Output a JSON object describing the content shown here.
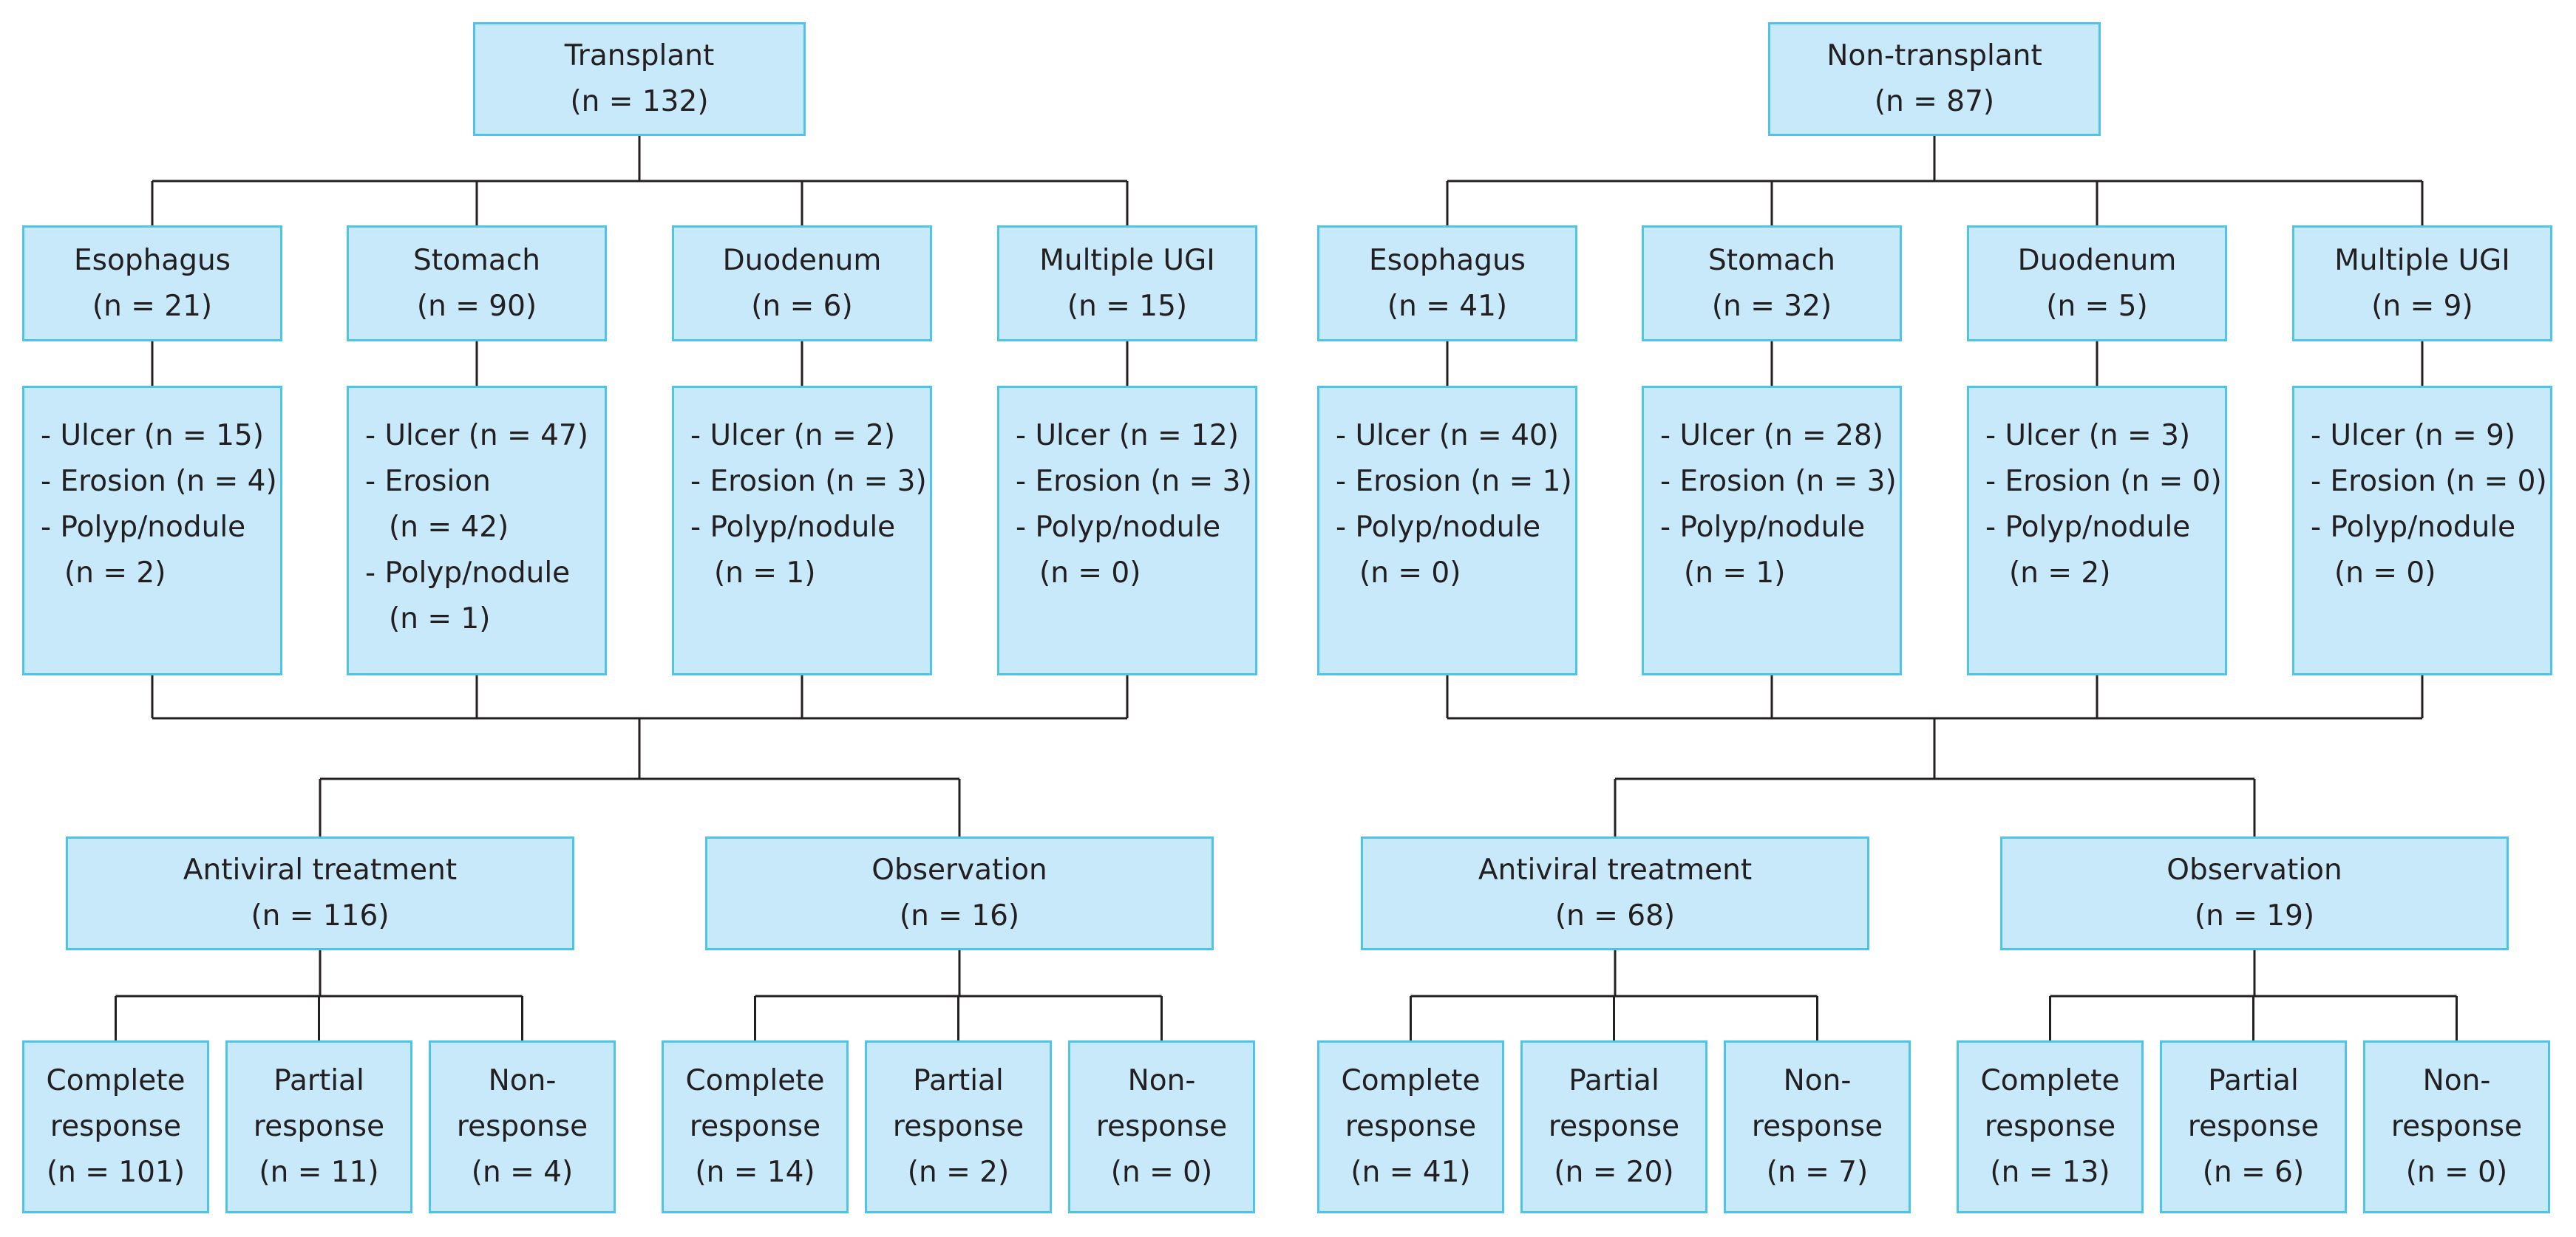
{
  "groups": [
    {
      "title": "Transplant",
      "n": "(n = 132)",
      "sites": [
        {
          "name": "Esophagus",
          "n": "(n = 21)",
          "findings": [
            [
              "- Ulcer (n = 15)"
            ],
            [
              "- Erosion (n = 4)"
            ],
            [
              "- Polyp/nodule",
              "(n = 2)"
            ]
          ]
        },
        {
          "name": "Stomach",
          "n": "(n = 90)",
          "findings": [
            [
              "- Ulcer (n = 47)"
            ],
            [
              "- Erosion",
              "(n = 42)"
            ],
            [
              "- Polyp/nodule",
              "(n = 1)"
            ]
          ]
        },
        {
          "name": "Duodenum",
          "n": "(n = 6)",
          "findings": [
            [
              "- Ulcer (n = 2)"
            ],
            [
              "- Erosion (n = 3)"
            ],
            [
              "- Polyp/nodule",
              "(n = 1)"
            ]
          ]
        },
        {
          "name": "Multiple UGI",
          "n": "(n = 15)",
          "findings": [
            [
              "- Ulcer (n = 12)"
            ],
            [
              "- Erosion (n = 3)"
            ],
            [
              "- Polyp/nodule",
              "(n = 0)"
            ]
          ]
        }
      ],
      "treatments": [
        {
          "name": "Antiviral treatment",
          "n": "(n = 116)",
          "outcomes": [
            [
              "Complete",
              "response",
              "(n = 101)"
            ],
            [
              "Partial",
              "response",
              "(n = 11)"
            ],
            [
              "Non-",
              "response",
              "(n = 4)"
            ]
          ]
        },
        {
          "name": "Observation",
          "n": "(n = 16)",
          "outcomes": [
            [
              "Complete",
              "response",
              "(n = 14)"
            ],
            [
              "Partial",
              "response",
              "(n = 2)"
            ],
            [
              "Non-",
              "response",
              "(n = 0)"
            ]
          ]
        }
      ]
    },
    {
      "title": "Non-transplant",
      "n": "(n = 87)",
      "sites": [
        {
          "name": "Esophagus",
          "n": "(n = 41)",
          "findings": [
            [
              "- Ulcer (n = 40)"
            ],
            [
              "- Erosion (n = 1)"
            ],
            [
              "- Polyp/nodule",
              "(n = 0)"
            ]
          ]
        },
        {
          "name": "Stomach",
          "n": "(n = 32)",
          "findings": [
            [
              "- Ulcer (n = 28)"
            ],
            [
              "- Erosion (n = 3)"
            ],
            [
              "- Polyp/nodule",
              "(n = 1)"
            ]
          ]
        },
        {
          "name": "Duodenum",
          "n": "(n = 5)",
          "findings": [
            [
              "- Ulcer (n = 3)"
            ],
            [
              "- Erosion (n = 0)"
            ],
            [
              "- Polyp/nodule",
              "(n = 2)"
            ]
          ]
        },
        {
          "name": "Multiple UGI",
          "n": "(n = 9)",
          "findings": [
            [
              "- Ulcer (n = 9)"
            ],
            [
              "- Erosion (n = 0)"
            ],
            [
              "- Polyp/nodule",
              "(n = 0)"
            ]
          ]
        }
      ],
      "treatments": [
        {
          "name": "Antiviral treatment",
          "n": "(n = 68)",
          "outcomes": [
            [
              "Complete",
              "response",
              "(n = 41)"
            ],
            [
              "Partial",
              "response",
              "(n = 20)"
            ],
            [
              "Non-",
              "response",
              "(n = 7)"
            ]
          ]
        },
        {
          "name": "Observation",
          "n": "(n = 19)",
          "outcomes": [
            [
              "Complete",
              "response",
              "(n = 13)"
            ],
            [
              "Partial",
              "response",
              "(n = 6)"
            ],
            [
              "Non-",
              "response",
              "(n = 0)"
            ]
          ]
        }
      ]
    }
  ],
  "colors": {
    "box_fill": "#c7e9fa",
    "box_border": "#4fc3e8",
    "connector": "#231f20",
    "text": "#231f20"
  }
}
